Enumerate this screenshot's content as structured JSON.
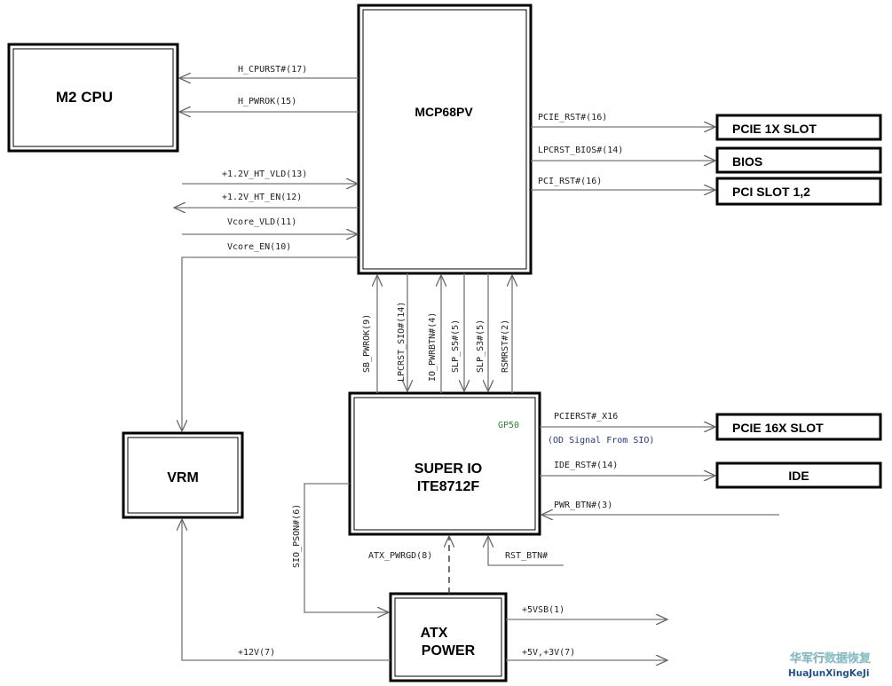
{
  "blocks": {
    "cpu": "M2 CPU",
    "mcp": "MCP68PV",
    "pcie1x": "PCIE 1X SLOT",
    "bios": "BIOS",
    "pci": "PCI SLOT 1,2",
    "vrm": "VRM",
    "sio_line1": "SUPER IO",
    "sio_line2": "ITE8712F",
    "pcie16x": "PCIE 16X SLOT",
    "ide": "IDE",
    "atx_line1": "ATX",
    "atx_line2": "POWER"
  },
  "signals": {
    "h_cpurst": "H_CPURST#(17)",
    "h_pwrok": "H_PWROK(15)",
    "ht_vld": "+1.2V_HT_VLD(13)",
    "ht_en": "+1.2V_HT_EN(12)",
    "vcore_vld": "Vcore_VLD(11)",
    "vcore_en": "Vcore_EN(10)",
    "pcie_rst": "PCIE_RST#(16)",
    "lpcrst_bios": "LPCRST_BIOS#(14)",
    "pci_rst": "PCI_RST#(16)",
    "sb_pwrok": "SB_PWROK(9)",
    "lpcrst_sio": "LPCRST_SIO#(14)",
    "io_pwrbtn": "IO_PWRBTN#(4)",
    "slp_s5": "SLP_S5#(5)",
    "slp_s3": "SLP_S3#(5)",
    "rsmrst": "RSMRST#(2)",
    "gp50": "GP50",
    "pcierst_x16": "PCIERST#_X16",
    "od_note": "(OD Signal From SIO)",
    "ide_rst": "IDE_RST#(14)",
    "pwr_btn": "PWR_BTN#(3)",
    "rst_btn": "RST_BTN#",
    "atx_pwrgd": "ATX_PWRGD(8)",
    "sio_pson": "SIO_PSON#(6)",
    "v5vsb": "+5VSB(1)",
    "v5v3v": "+5V,+3V(7)",
    "v12": "+12V(7)"
  },
  "watermark": {
    "line1": "华军行数据恢复",
    "line2": "HuaJunXingKeJi"
  },
  "colors": {
    "gp50": "#2a8a2a",
    "od_note": "#2233aa"
  }
}
